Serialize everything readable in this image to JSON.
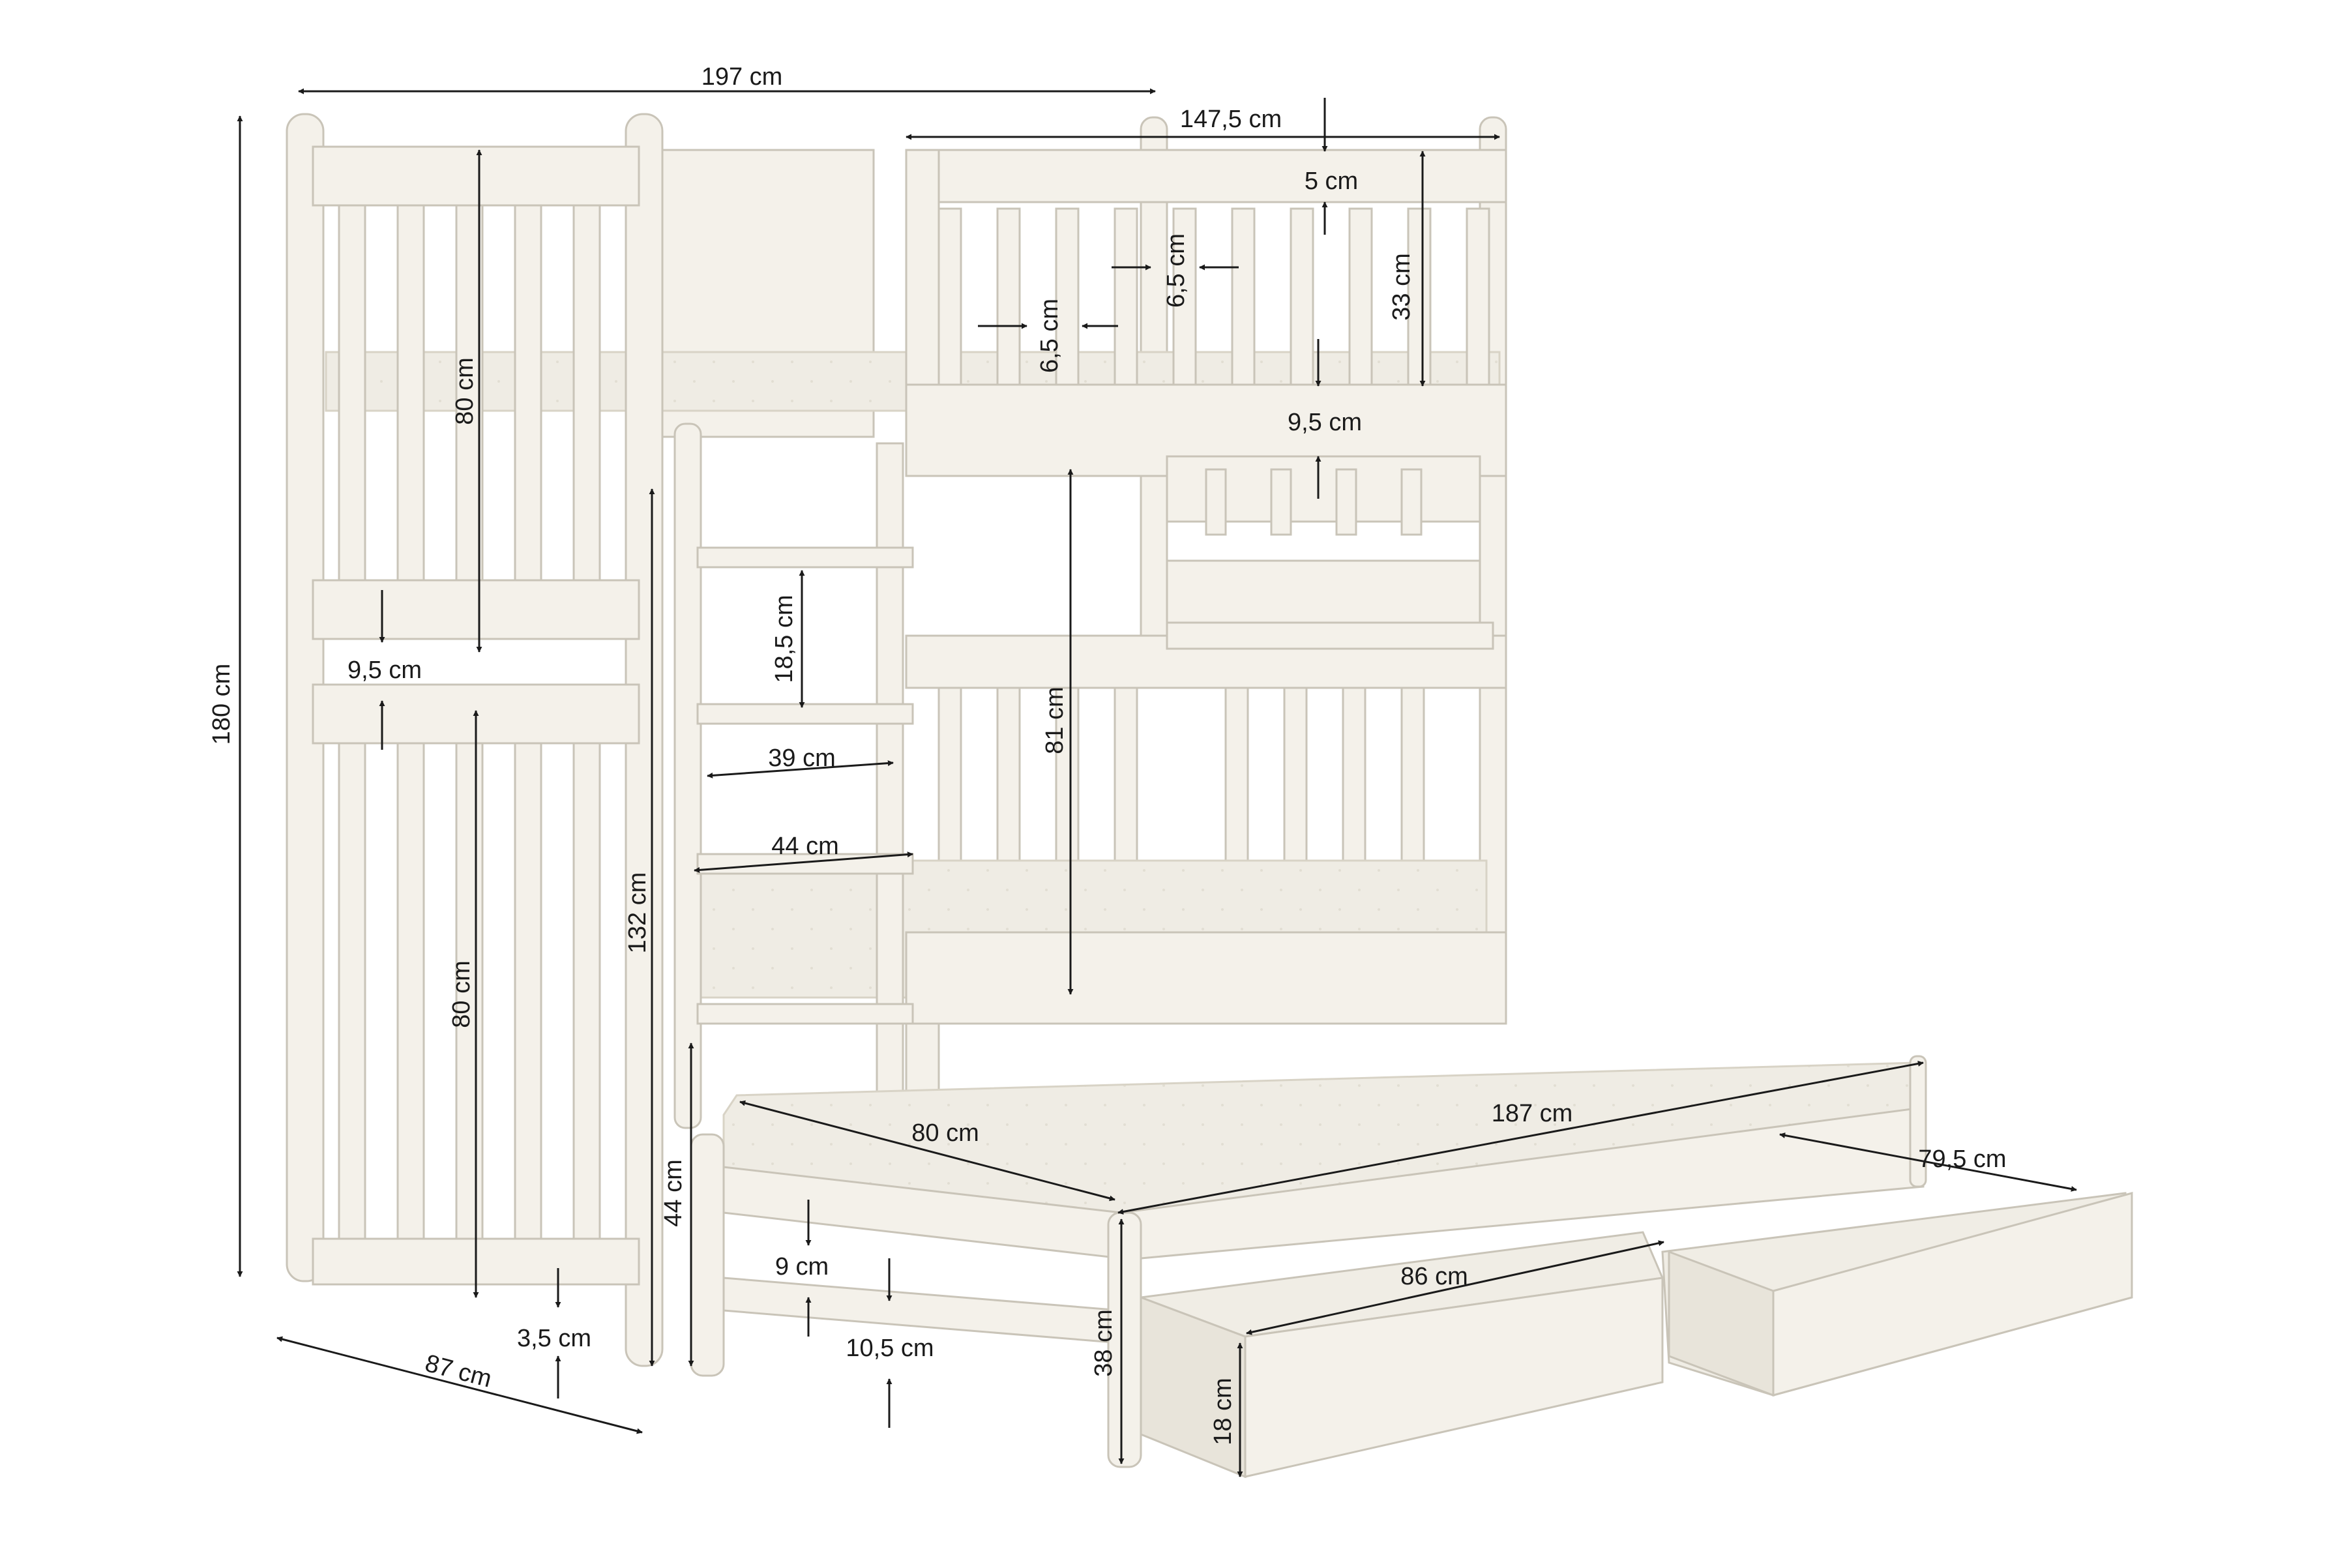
{
  "dimensions": {
    "total_length": "197 cm",
    "upper_length": "147,5 cm",
    "total_height": "180 cm",
    "depth": "87 cm",
    "rail_top_width": "5 cm",
    "slat_gap_a": "6,5 cm",
    "slat_gap_b": "6,5 cm",
    "top_guard_height": "33 cm",
    "top_rail_gap": "9,5 cm",
    "upper_end_height": "80 cm",
    "end_gap": "9,5 cm",
    "lower_end_height": "80 cm",
    "ladder_step_spacing": "18,5 cm",
    "ladder_inner_width": "39 cm",
    "ladder_outer_width": "44 cm",
    "ladder_height": "132 cm",
    "lower_clearance": "81 cm",
    "floor_gap": "3,5 cm",
    "trundle_width": "80 cm",
    "trundle_length": "187 cm",
    "drawer_width": "79,5 cm",
    "drawer_length": "86 cm",
    "trundle_leg_height": "44 cm",
    "trundle_rail_gap": "9 cm",
    "trundle_floor_gap": "10,5 cm",
    "trundle_height": "38 cm",
    "drawer_height": "18 cm"
  },
  "colors": {
    "wood": "#f4f1ea",
    "wood_edge": "#c9c4b8",
    "mattress": "#efece4",
    "dimension_line": "#1a1a1a",
    "background": "#ffffff"
  }
}
